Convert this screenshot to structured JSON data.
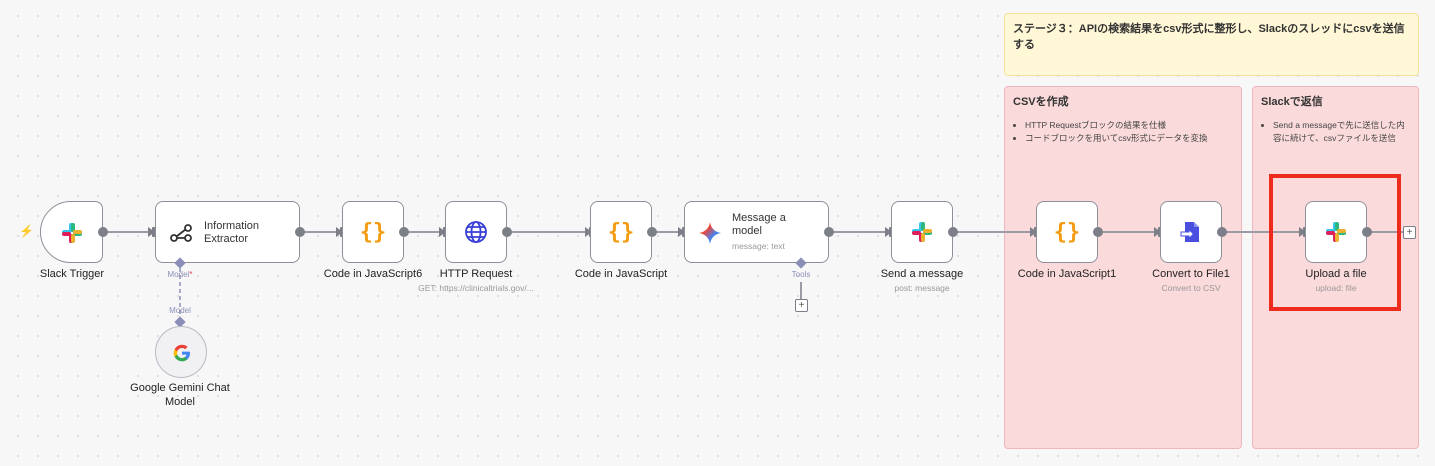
{
  "stickies": {
    "stage3": "ステージ３：APIの検索結果をcsv形式に整形し、Slackのスレッドにcsvを送信する",
    "csv": {
      "title": "CSVを作成",
      "bullets": [
        "HTTP Requestブロックの結果を仕様",
        "コードブロックを用いてcsv形式にデータを変換"
      ]
    },
    "slack": {
      "title": "Slackで返信",
      "bullets": [
        "Send a messageで先に送信した内容に続けて、csvファイルを送信"
      ]
    }
  },
  "nodes": {
    "slack_trigger": {
      "label": "Slack Trigger",
      "icon": "slack-icon"
    },
    "info_extractor": {
      "label_line1": "Information",
      "label_line2": "Extractor",
      "port_label": "Model",
      "required_mark": "*",
      "icon": "info-extractor-icon"
    },
    "gemini": {
      "label_line1": "Google Gemini Chat",
      "label_line2": "Model",
      "port_label": "Model",
      "icon": "google-icon"
    },
    "code6": {
      "label": "Code in JavaScript6",
      "icon": "code-braces-icon"
    },
    "http": {
      "label": "HTTP Request",
      "sub": "GET: https://clinicaltrials.gov/...",
      "icon": "globe-icon"
    },
    "code": {
      "label": "Code in JavaScript",
      "icon": "code-braces-icon"
    },
    "message_model": {
      "label_line1": "Message a",
      "label_line2": "model",
      "sub": "message: text",
      "tools_label": "Tools",
      "icon": "gemini-icon"
    },
    "send_message": {
      "label": "Send a message",
      "sub": "post: message",
      "icon": "slack-icon"
    },
    "code1": {
      "label": "Code in JavaScript1",
      "icon": "code-braces-icon"
    },
    "convert": {
      "label": "Convert to File1",
      "sub": "Convert to CSV",
      "icon": "convert-file-icon"
    },
    "upload": {
      "label": "Upload a file",
      "sub": "upload: file",
      "icon": "slack-icon"
    }
  },
  "plus_symbol": "+",
  "colors": {
    "highlight": "#ee2b1d",
    "code_orange": "#f39c12",
    "http_blue": "#3b3fd8",
    "convert_blue": "#4a4fe0"
  }
}
